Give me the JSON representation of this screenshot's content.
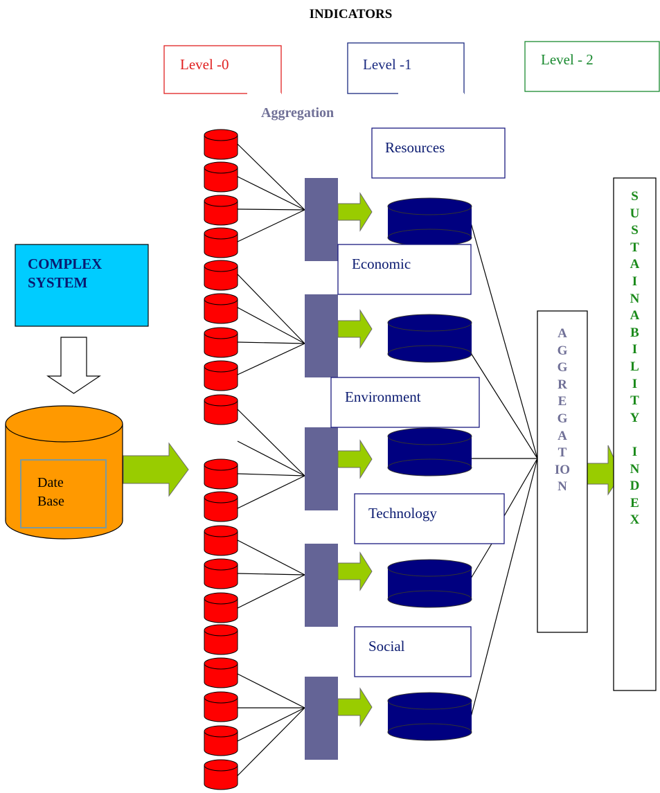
{
  "title": "INDICATORS",
  "levels": [
    {
      "label": "Level -0",
      "color": "#e02020"
    },
    {
      "label": "Level -1",
      "color": "#1a2a80"
    },
    {
      "label": "Level - 2",
      "color": "#1a8a30"
    }
  ],
  "aggregation_label": "Aggregation",
  "complex_system_label": "COMPLEX SYSTEM",
  "database_label": "Date Base",
  "categories": [
    {
      "label": "Resources"
    },
    {
      "label": "Economic"
    },
    {
      "label": "Environment"
    },
    {
      "label": "Technology"
    },
    {
      "label": "Social"
    }
  ],
  "aggregation_vertical_lines": [
    "A",
    "G",
    "G",
    "R",
    "E",
    "G",
    "A",
    "T",
    "IO",
    "N"
  ],
  "sustainability_index_lines": [
    "S",
    "U",
    "S",
    "T",
    "A",
    "I",
    "N",
    "A",
    "B",
    "I",
    "L",
    "I",
    "T",
    "Y",
    "",
    "I",
    "N",
    "D",
    "E",
    "X"
  ],
  "colors": {
    "red_cylinder": "#ff0000",
    "navy_cylinder": "#000080",
    "slate_block": "#646496",
    "green_arrow": "#99cc00",
    "complex_system_fill": "#00ccff",
    "database_fill": "#ff9900",
    "database_inner_border": "#7a9aa0",
    "aggregation_text": "#707097",
    "sustainability_text": "#1a8a1a",
    "category_text": "#0a1a70",
    "category_border": "#1a1a80"
  }
}
